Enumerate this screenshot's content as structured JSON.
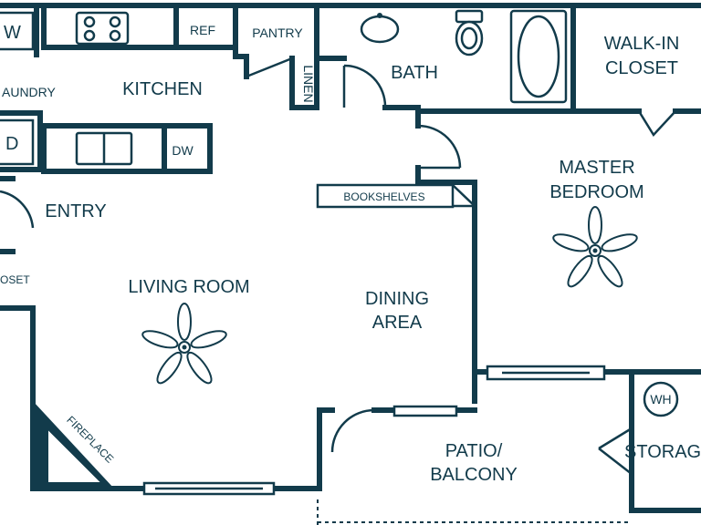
{
  "rooms": {
    "kitchen": "KITCHEN",
    "bath": "BATH",
    "walkin_line1": "WALK-IN",
    "walkin_line2": "CLOSET",
    "master_line1": "MASTER",
    "master_line2": "BEDROOM",
    "entry": "ENTRY",
    "living": "LIVING ROOM",
    "dining_line1": "DINING",
    "dining_line2": "AREA",
    "patio_line1": "PATIO/",
    "patio_line2": "BALCONY",
    "storage": "STORAGE",
    "laundry": "AUNDRY",
    "closet_left": "OSET"
  },
  "fixtures": {
    "ref": "REF",
    "pantry": "PANTRY",
    "linen": "LINEN",
    "dw": "DW",
    "bookshelves": "BOOKSHELVES",
    "fireplace": "FIREPLACE",
    "wh": "WH",
    "washer": "W",
    "dryer": "D"
  },
  "colors": {
    "wall": "#123b4b",
    "background": "#ffffff"
  },
  "icons": [
    "ceiling-fan-icon",
    "sink-icon",
    "toilet-icon",
    "bathtub-icon",
    "stove-icon"
  ]
}
